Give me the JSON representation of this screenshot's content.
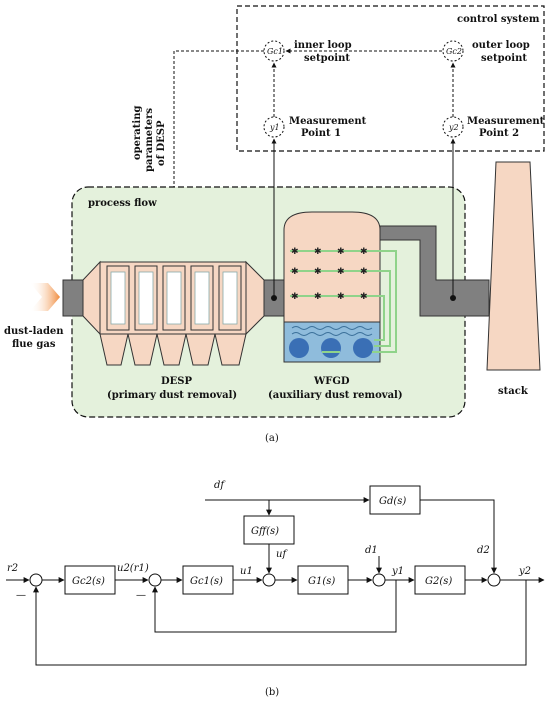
{
  "figure_a": {
    "control_system_label": "control system",
    "inner_loop_label": "inner loop",
    "inner_setpoint_label": "setpoint",
    "outer_loop_label": "outer loop",
    "outer_setpoint_label": "setpoint",
    "gc1_symbol": "Gc1",
    "gc2_symbol": "Gc2",
    "y1_symbol": "y1",
    "y2_symbol": "y2",
    "mp1_line1": "Measurement",
    "mp1_line2": "Point 1",
    "mp2_line1": "Measurement",
    "mp2_line2": "Point 2",
    "op_params_line1": "operating",
    "op_params_line2": "parameters",
    "op_params_line3": "of DESP",
    "process_flow_label": "process flow",
    "inlet_line1": "dust-laden",
    "inlet_line2": "flue gas",
    "desp_label": "DESP",
    "desp_sub": "(primary dust removal)",
    "wfgd_label": "WFGD",
    "wfgd_sub": "(auxiliary dust removal)",
    "stack_label": "stack",
    "caption": "(a)"
  },
  "figure_b": {
    "r2": "r2",
    "gc2": "Gc2(s)",
    "u2r1": "u2(r1)",
    "gc1": "Gc1(s)",
    "u1": "u1",
    "g1": "G1(s)",
    "y1": "y1",
    "g2": "G2(s)",
    "y2": "y2",
    "df": "df",
    "gff": "Gff(s)",
    "uf": "uf",
    "gd": "Gd(s)",
    "d1": "d1",
    "d2": "d2",
    "minus1": "—",
    "minus2": "—",
    "caption": "(b)"
  }
}
